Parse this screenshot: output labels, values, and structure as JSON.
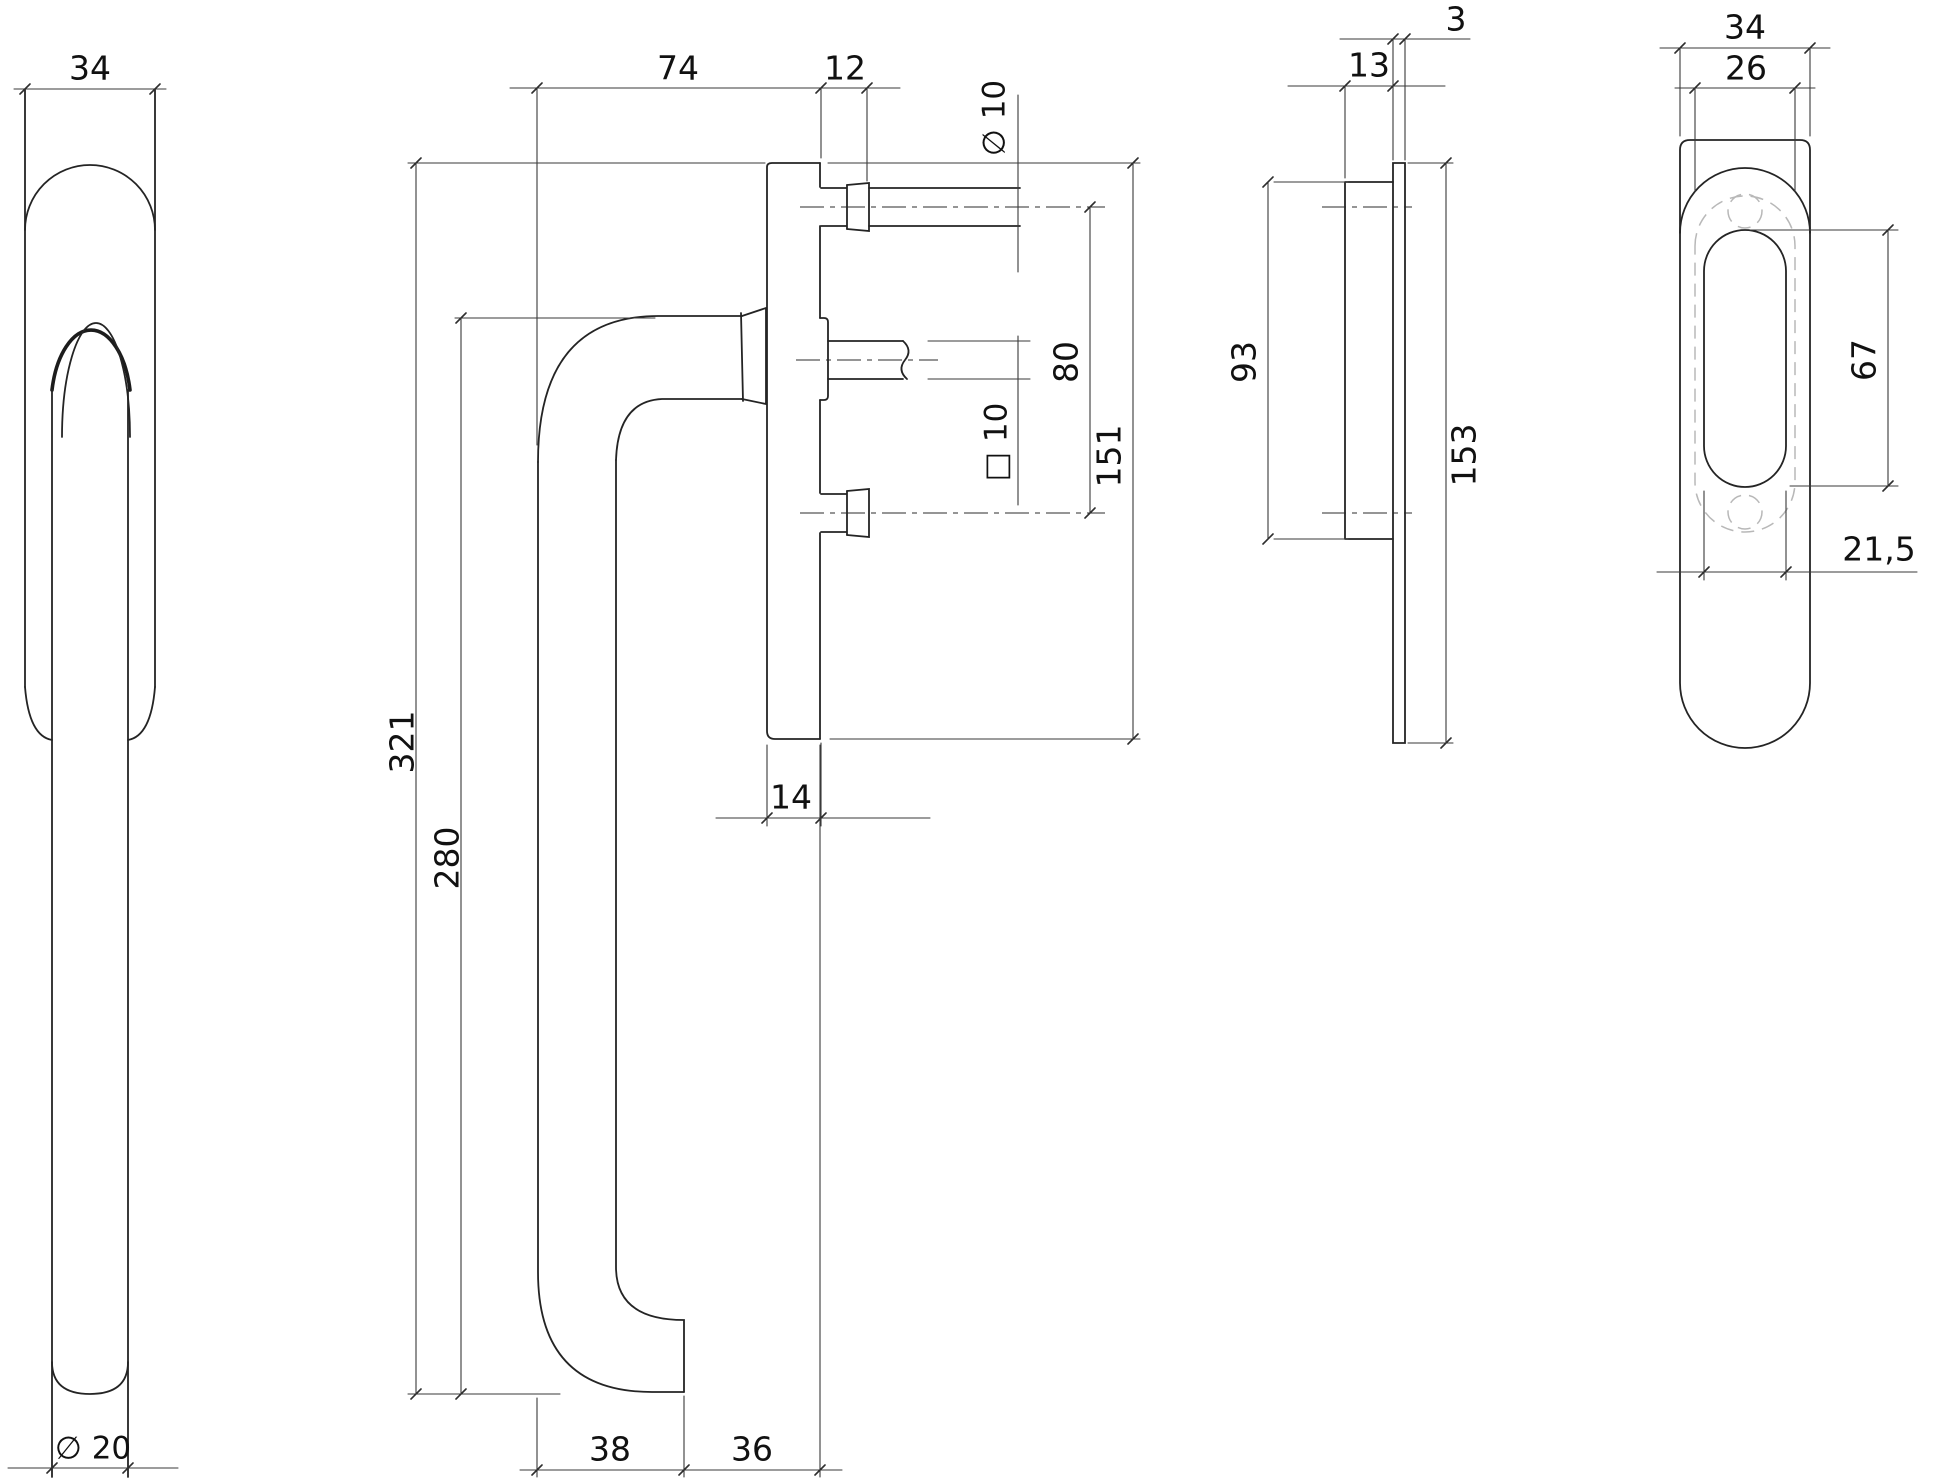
{
  "drawing": {
    "background": "#ffffff",
    "line_color": "#242424",
    "dims": {
      "front_width": "34",
      "front_grip_dia": "∅ 20",
      "side_depth": "74",
      "side_screw_len": "12",
      "side_screw_dia": "∅ 10",
      "side_screw_spacing": "80",
      "side_plate_height": "151",
      "side_spindle_size": "□ 10",
      "side_total_height": "321",
      "side_grip_length": "280",
      "side_plate_thickness": "14",
      "side_grip_offset": "38",
      "side_plate_offset": "36",
      "profile_face_thickness": "3",
      "profile_total_depth": "13",
      "profile_inner_height": "93",
      "profile_height": "153",
      "plate_width": "34",
      "plate_recess_width": "26",
      "plate_slot_height": "67",
      "plate_slot_width": "21,5"
    }
  }
}
